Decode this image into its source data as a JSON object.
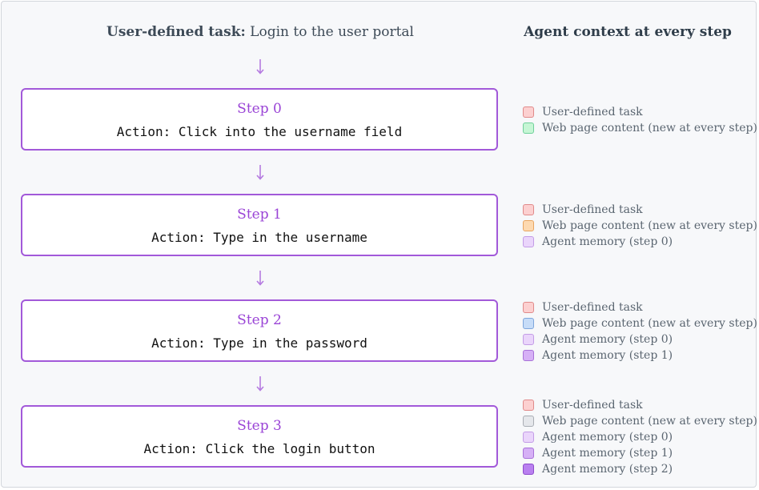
{
  "header": {
    "task_prefix": "User-defined task:",
    "task_text": " Login to the user portal",
    "context_title": "Agent context at every step"
  },
  "colors": {
    "step_border": "#a259d9",
    "step_title": "#9a44d6",
    "arrow": "#b57be0",
    "user_task_fill": "#fcd0d0",
    "user_task_border": "#e08a8a",
    "page_green_fill": "#c6f6d5",
    "page_green_border": "#6fd09a",
    "page_orange_fill": "#fdd9b0",
    "page_orange_border": "#e8a560",
    "page_blue_fill": "#c6dcf8",
    "page_blue_border": "#7ea6dc",
    "page_gray_fill": "#e5e7eb",
    "page_gray_border": "#a9adb4",
    "memory0_fill": "#ead5fb",
    "memory0_border": "#c39ce6",
    "memory1_fill": "#d6b0f6",
    "memory1_border": "#a872d8",
    "memory2_fill": "#b980f0",
    "memory2_border": "#8d4bcc"
  },
  "steps": [
    {
      "title": "Step 0",
      "action": "Action: Click into the username field",
      "context": [
        {
          "label": "User-defined task",
          "swatch": "user_task"
        },
        {
          "label": "Web page content (new at every step)",
          "swatch": "page_green"
        }
      ]
    },
    {
      "title": "Step 1",
      "action": "Action: Type in the username",
      "context": [
        {
          "label": "User-defined task",
          "swatch": "user_task"
        },
        {
          "label": "Web page content (new at every step)",
          "swatch": "page_orange"
        },
        {
          "label": "Agent memory (step 0)",
          "swatch": "memory0"
        }
      ]
    },
    {
      "title": "Step 2",
      "action": "Action: Type in the password",
      "context": [
        {
          "label": "User-defined task",
          "swatch": "user_task"
        },
        {
          "label": "Web page content (new at every step)",
          "swatch": "page_blue"
        },
        {
          "label": "Agent memory (step 0)",
          "swatch": "memory0"
        },
        {
          "label": "Agent memory (step 1)",
          "swatch": "memory1"
        }
      ]
    },
    {
      "title": "Step 3",
      "action": "Action: Click the login button",
      "context": [
        {
          "label": "User-defined task",
          "swatch": "user_task"
        },
        {
          "label": "Web page content (new at every step)",
          "swatch": "page_gray"
        },
        {
          "label": "Agent memory (step 0)",
          "swatch": "memory0"
        },
        {
          "label": "Agent memory (step 1)",
          "swatch": "memory1"
        },
        {
          "label": "Agent memory (step 2)",
          "swatch": "memory2"
        }
      ]
    }
  ]
}
